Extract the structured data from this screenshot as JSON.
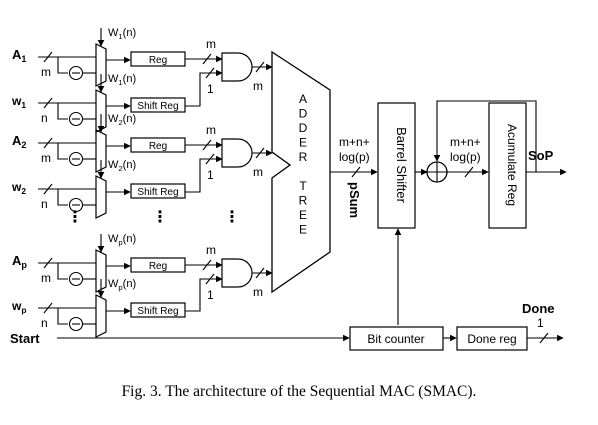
{
  "inputs": {
    "a1": {
      "base": "A",
      "sub": "1"
    },
    "w1": {
      "base": "w",
      "sub": "1"
    },
    "a2": {
      "base": "A",
      "sub": "2"
    },
    "w2": {
      "base": "w",
      "sub": "2"
    },
    "ap": {
      "base": "A",
      "sub": "p"
    },
    "wp": {
      "base": "w",
      "sub": "p"
    },
    "start": "Start"
  },
  "mux_labels": {
    "a1": {
      "base": "W",
      "sub": "1",
      "tail": "(n)"
    },
    "w1": {
      "base": "W",
      "sub": "1",
      "tail": "(n)"
    },
    "a2": {
      "base": "W",
      "sub": "2",
      "tail": "(n)"
    },
    "w2": {
      "base": "W",
      "sub": "2",
      "tail": "(n)"
    },
    "ap": {
      "base": "W",
      "sub": "p",
      "tail": "(n)"
    },
    "wp": {
      "base": "W",
      "sub": "p",
      "tail": "(n)"
    }
  },
  "blocks": {
    "reg": "Reg",
    "shift_reg": "Shift Reg",
    "adder_tree": [
      "A",
      "D",
      "D",
      "E",
      "R",
      "",
      "T",
      "R",
      "E",
      "E"
    ],
    "barrel_shifter": "Barrel Shifter",
    "accumulate_reg": "Acumulate Reg",
    "bit_counter": "Bit counter",
    "done_reg": "Done reg"
  },
  "widths": {
    "m": "m",
    "n": "n",
    "one": "1",
    "sum_width_1": "m+n+",
    "sum_width_2": "log(p)"
  },
  "signals": {
    "psum": "pSum",
    "sop": "SoP",
    "done": "Done"
  },
  "ellipsis": "⋮",
  "caption": "Fig. 3.  The architecture of the Sequential MAC (SMAC)."
}
